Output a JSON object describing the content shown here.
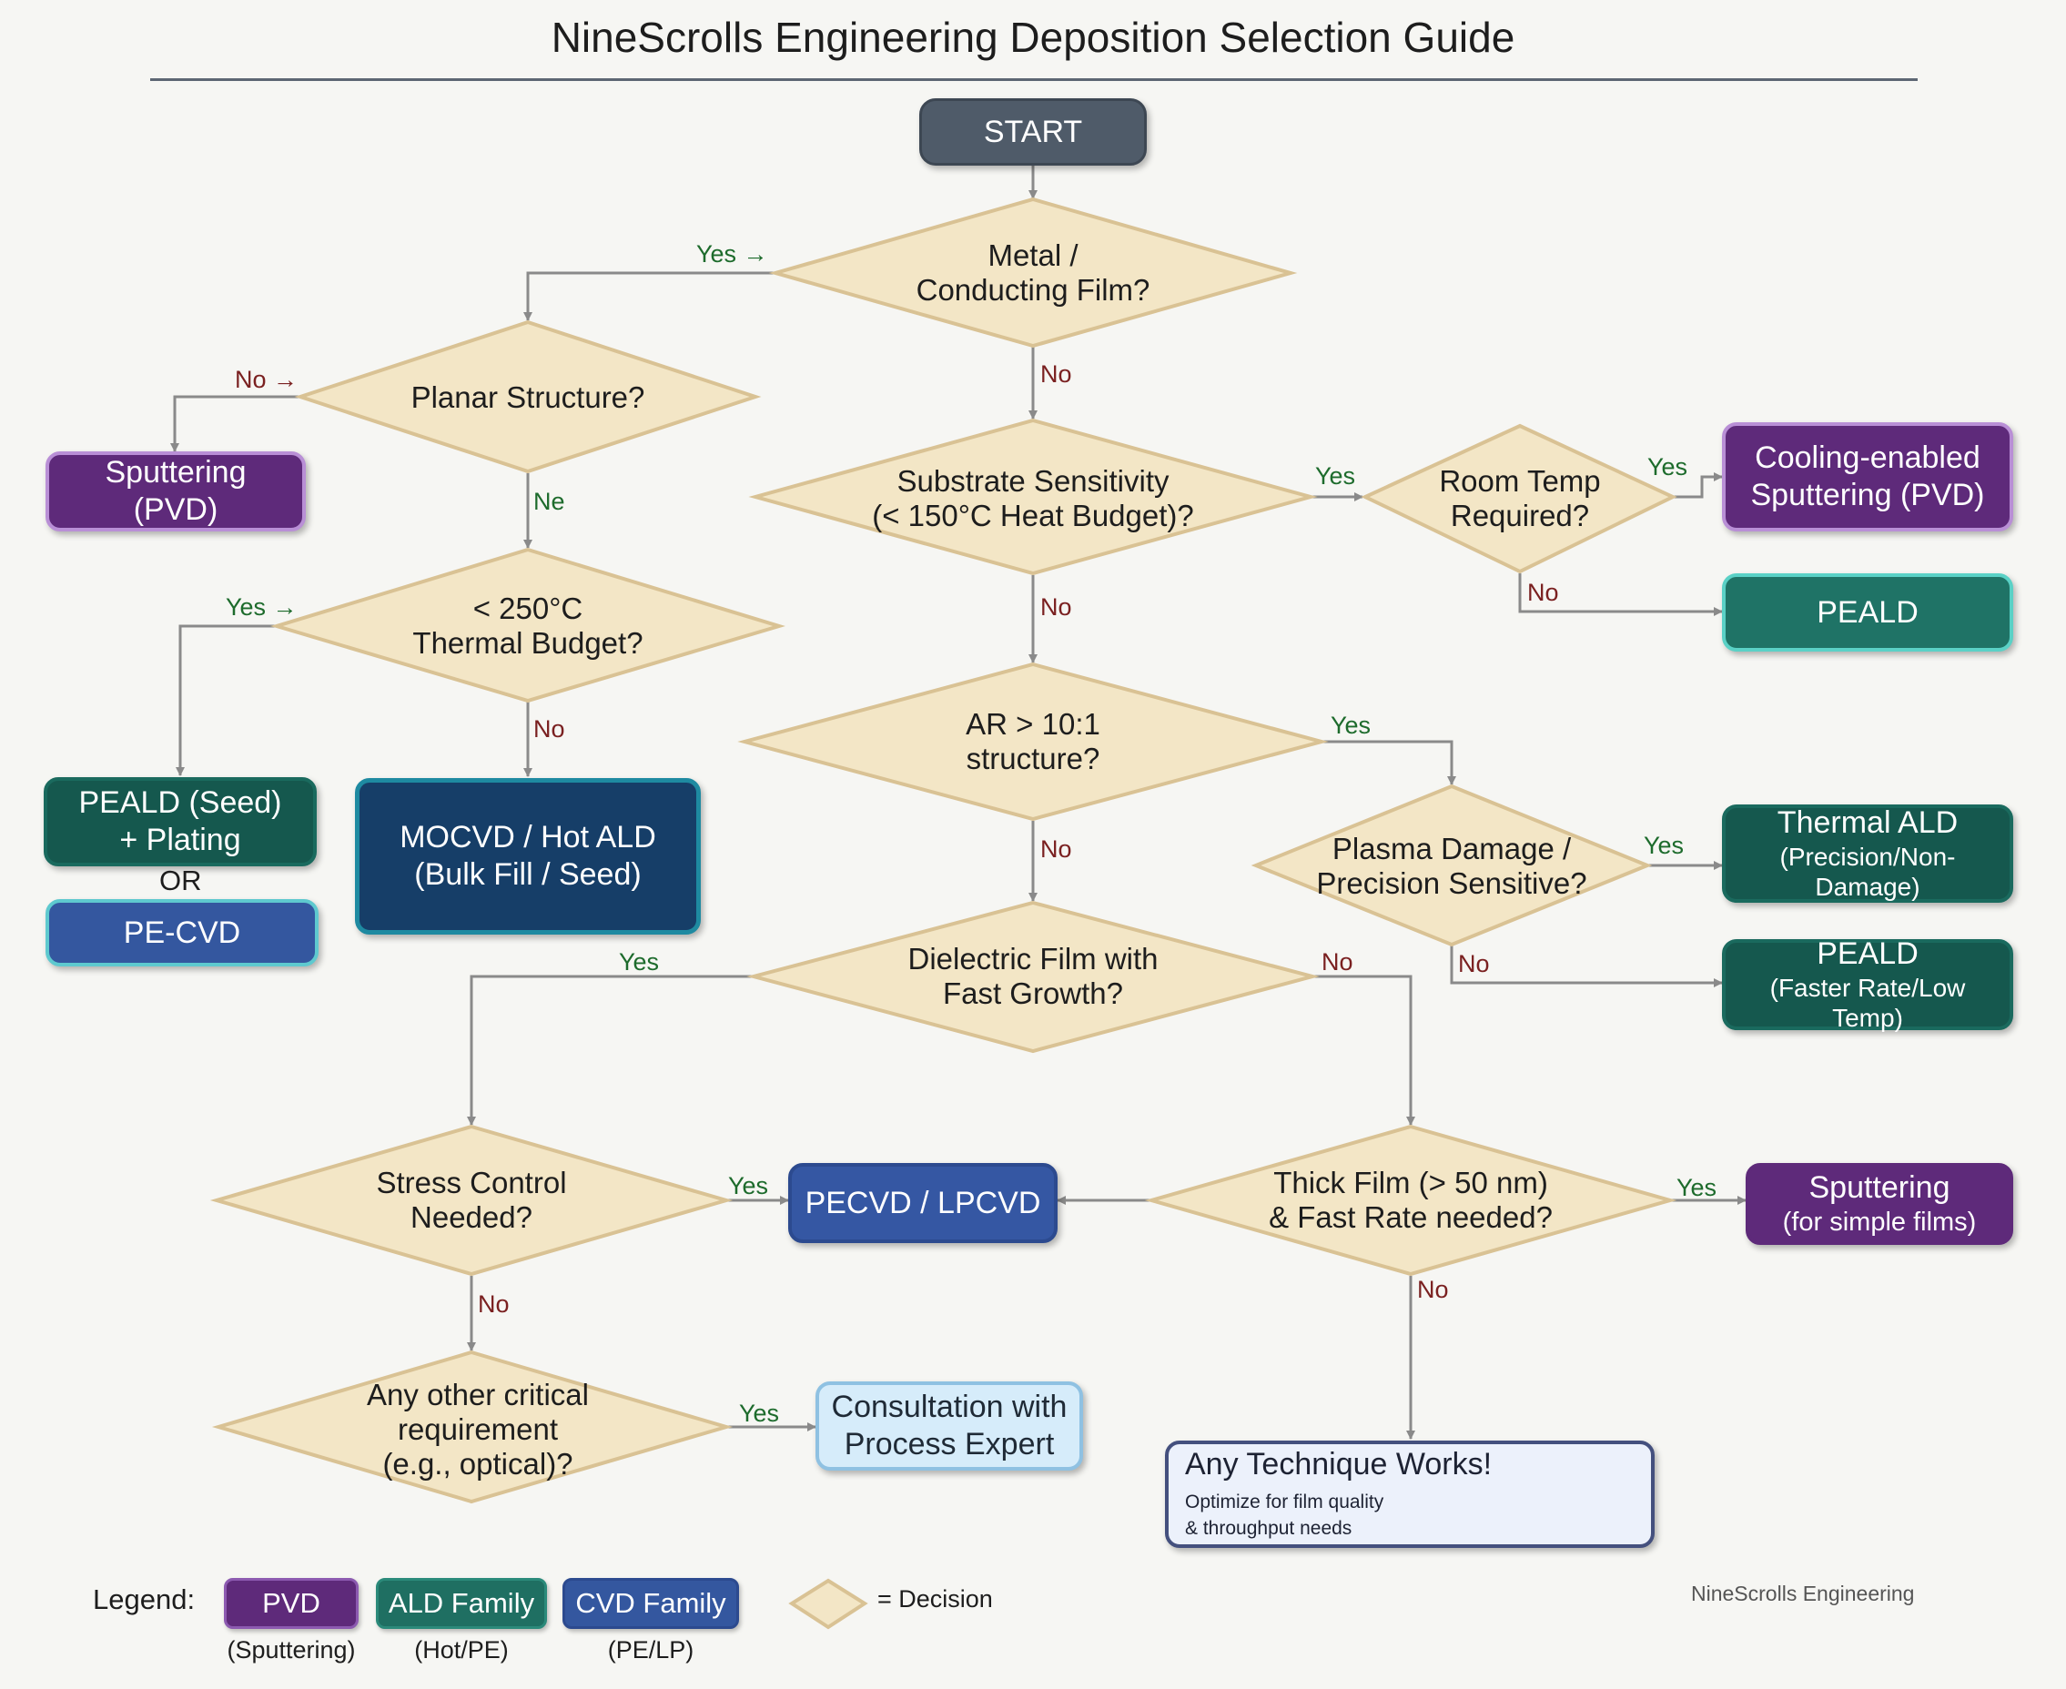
{
  "title": "NineScrolls Engineering Deposition Selection Guide",
  "nodes": {
    "start": "START",
    "sputtering_pvd_line1": "Sputtering",
    "sputtering_pvd_line2": "(PVD)",
    "cooling_line1": "Cooling-enabled",
    "cooling_line2": "Sputtering (PVD)",
    "peald_top": "PEALD",
    "peald_seed_line1": "PEALD (Seed)",
    "peald_seed_line2": "+ Plating",
    "or_text": "OR",
    "pe_cvd": "PE-CVD",
    "mocvd_line1": "MOCVD / Hot ALD",
    "mocvd_line2": "(Bulk Fill / Seed)",
    "thermal_ald_line1": "Thermal ALD",
    "thermal_ald_line2": "(Precision/Non-Damage)",
    "peald_fast_line1": "PEALD",
    "peald_fast_line2": "(Faster Rate/Low Temp)",
    "pecvd_lpcvd": "PECVD / LPCVD",
    "sputtering_simple_line1": "Sputtering",
    "sputtering_simple_line2": "(for simple films)",
    "consult_line1": "Consultation with",
    "consult_line2": "Process Expert",
    "anytech_title": "Any Technique Works!",
    "anytech_line1": "Optimize for film quality",
    "anytech_line2": "& throughput needs"
  },
  "decisions": {
    "metal_line1": "Metal /",
    "metal_line2": "Conducting Film?",
    "planar": "Planar Structure?",
    "substrate_line1": "Substrate Sensitivity",
    "substrate_line2": "(< 150°C Heat Budget)?",
    "roomtemp_line1": "Room Temp",
    "roomtemp_line2": "Required?",
    "thermal250_line1": "< 250°C",
    "thermal250_line2": "Thermal Budget?",
    "ar_line1": "AR > 10:1",
    "ar_line2": "structure?",
    "plasma_line1": "Plasma Damage /",
    "plasma_line2": "Precision Sensitive?",
    "dielectric_line1": "Dielectric Film with",
    "dielectric_line2": "Fast Growth?",
    "stress_line1": "Stress Control",
    "stress_line2": "Needed?",
    "thick_line1": "Thick Film (> 50 nm)",
    "thick_line2": "& Fast Rate needed?",
    "other_line1": "Any other critical",
    "other_line2": "requirement",
    "other_line3": "(e.g., optical)?"
  },
  "edge_labels": {
    "metal_yes": "Yes →",
    "metal_no": "No",
    "planar_no": "No →",
    "planar_ne": "Ne",
    "substrate_yes": "Yes",
    "substrate_no": "No",
    "roomtemp_yes": "Yes",
    "roomtemp_no": "No",
    "thermal_yes": "Yes →",
    "thermal_no": "No",
    "ar_yes": "Yes",
    "ar_no": "No",
    "plasma_yes": "Yes",
    "plasma_no": "No",
    "dielectric_yes": "Yes",
    "dielectric_no": "No",
    "stress_yes": "Yes",
    "stress_no": "No",
    "thick_yes": "Yes",
    "thick_no": "No",
    "other_yes": "Yes"
  },
  "legend": {
    "label": "Legend:",
    "pvd": "PVD",
    "pvd_sub": "(Sputtering)",
    "ald": "ALD Family",
    "ald_sub": "(Hot/PE)",
    "cvd": "CVD Family",
    "cvd_sub": "(PE/LP)",
    "decision": "= Decision"
  },
  "credit": "NineScrolls Engineering",
  "colors": {
    "pvd": "#5e2a7a",
    "ald": "#15584e",
    "cvd": "#34579f",
    "decision_fill": "#f3e6c6",
    "decision_stroke": "#d9c294",
    "connector": "#8a8a8a"
  }
}
